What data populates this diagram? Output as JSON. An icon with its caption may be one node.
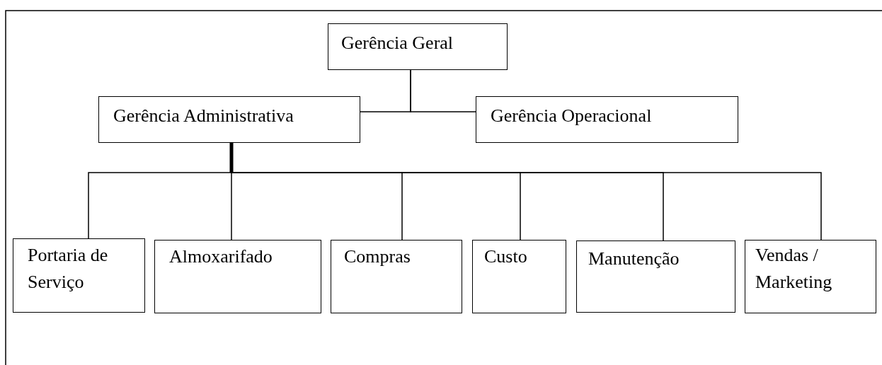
{
  "diagram": {
    "nodes": [
      {
        "text": [
          "Gerência Geral"
        ]
      },
      {
        "text": [
          "Gerência Administrativa"
        ]
      },
      {
        "text": [
          "Gerência Operacional"
        ]
      },
      {
        "text": [
          "Portaria de Serviço"
        ]
      },
      {
        "text": [
          "Almoxarifado"
        ]
      },
      {
        "text": [
          "Compras"
        ]
      },
      {
        "text": [
          "Custo"
        ]
      },
      {
        "text": [
          "Manutenção"
        ]
      },
      {
        "text": [
          "Vendas / Marketing"
        ]
      }
    ],
    "edges": [
      {
        "from": 0,
        "to": 1,
        "arrow": "none"
      },
      {
        "from": 0,
        "to": 2,
        "arrow": "none"
      },
      {
        "from": 1,
        "to": 3,
        "arrow": "none"
      },
      {
        "from": 1,
        "to": 4,
        "arrow": "none"
      },
      {
        "from": 1,
        "to": 5,
        "arrow": "none"
      },
      {
        "from": 1,
        "to": 6,
        "arrow": "none"
      },
      {
        "from": 1,
        "to": 7,
        "arrow": "none"
      },
      {
        "from": 1,
        "to": 8,
        "arrow": "none"
      }
    ]
  }
}
